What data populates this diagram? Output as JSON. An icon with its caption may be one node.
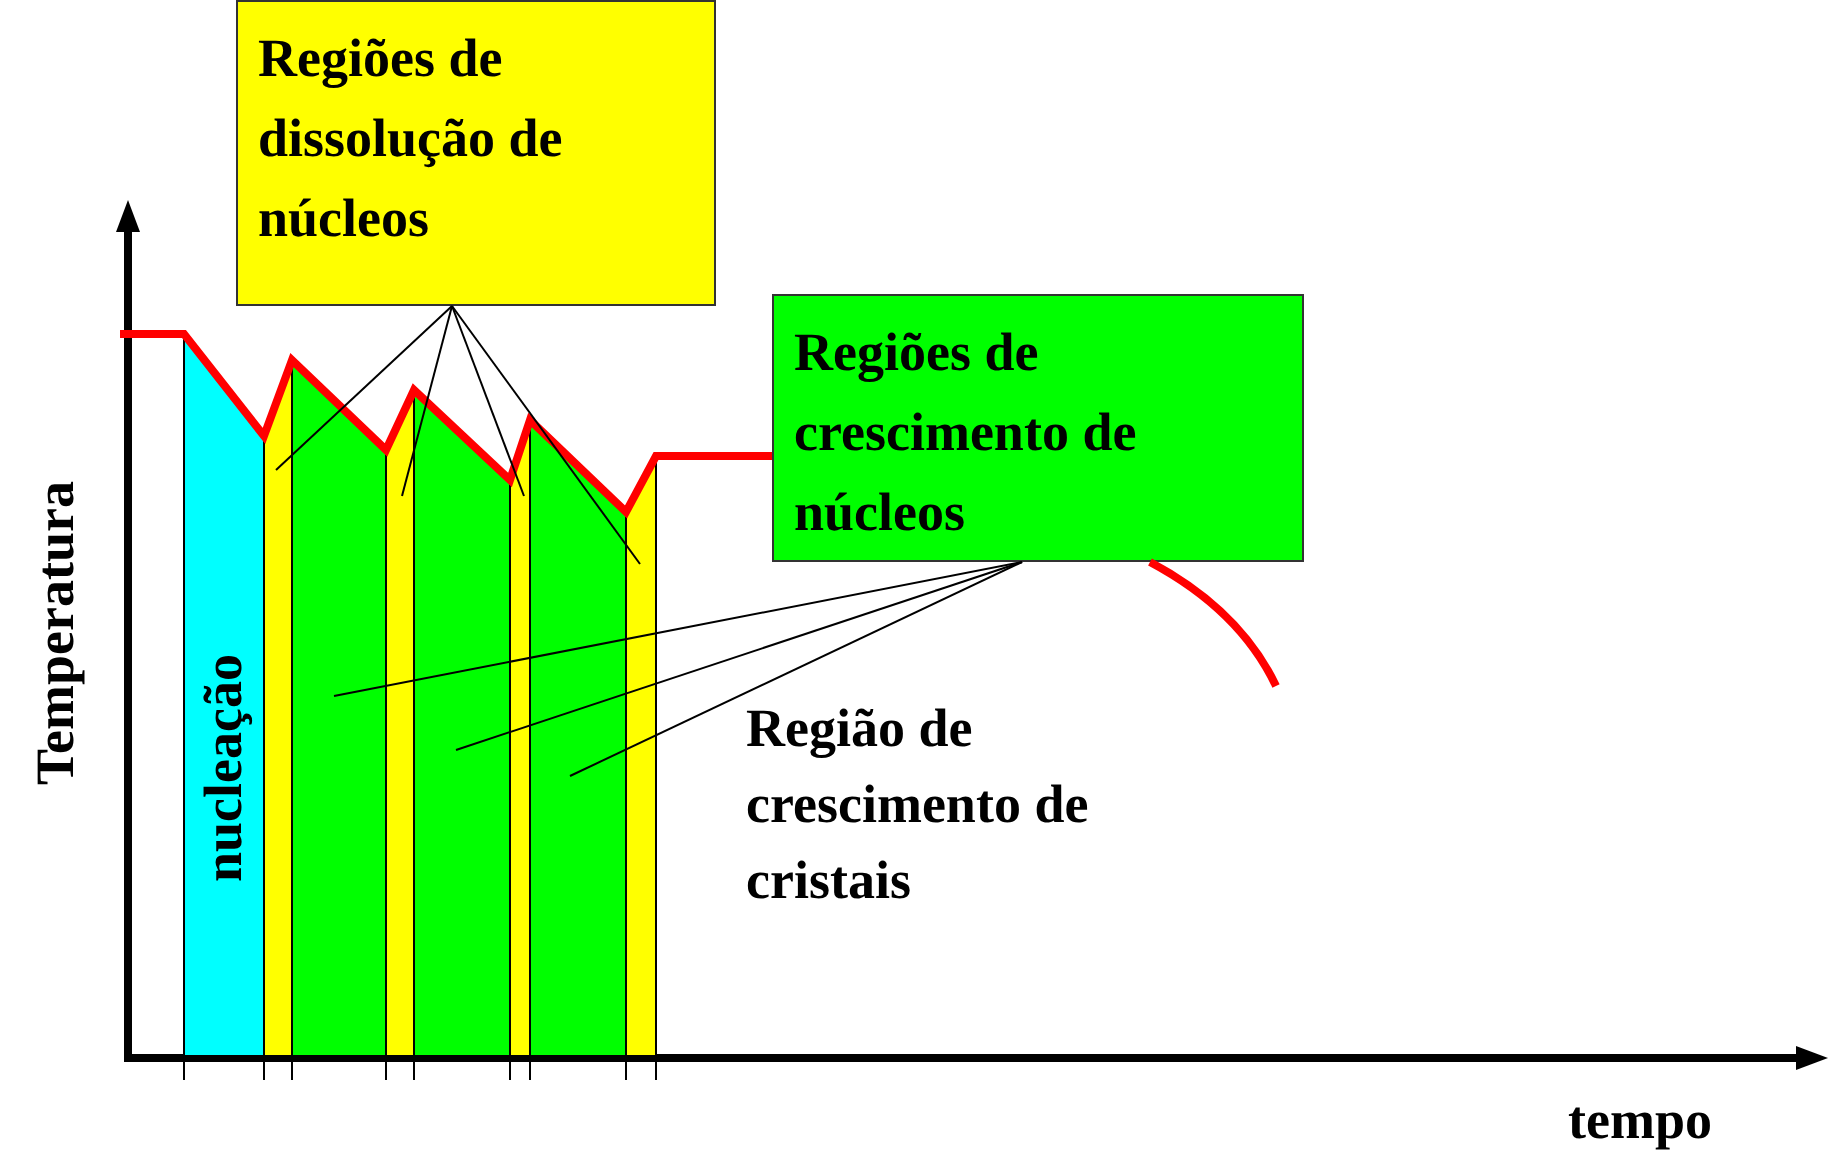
{
  "diagram": {
    "nodes": [
      {
        "text": [
          "Regiões de dissolução de núcleos"
        ]
      },
      {
        "text": [
          "Regiões de crescimento de núcleos"
        ]
      },
      {
        "text": [
          "nucleação"
        ]
      },
      {
        "text": [],
        "shape": "bar"
      },
      {
        "text": [],
        "shape": "bar"
      },
      {
        "text": [],
        "shape": "bar"
      },
      {
        "text": [],
        "shape": "bar"
      },
      {
        "text": [],
        "shape": "bar"
      },
      {
        "text": [],
        "shape": "bar"
      },
      {
        "text": [],
        "shape": "bar"
      }
    ],
    "edges": [
      {
        "from": 0,
        "to": 3,
        "arrow": "none"
      },
      {
        "from": 0,
        "to": 5,
        "arrow": "none"
      },
      {
        "from": 0,
        "to": 7,
        "arrow": "none"
      },
      {
        "from": 0,
        "to": 9,
        "arrow": "none"
      },
      {
        "from": 1,
        "to": 4,
        "arrow": "none"
      },
      {
        "from": 1,
        "to": 6,
        "arrow": "none"
      },
      {
        "from": 1,
        "to": 8,
        "arrow": "none"
      }
    ],
    "labels": [
      "Temperatura",
      "tempo",
      "Região de crescimento de cristais"
    ]
  }
}
